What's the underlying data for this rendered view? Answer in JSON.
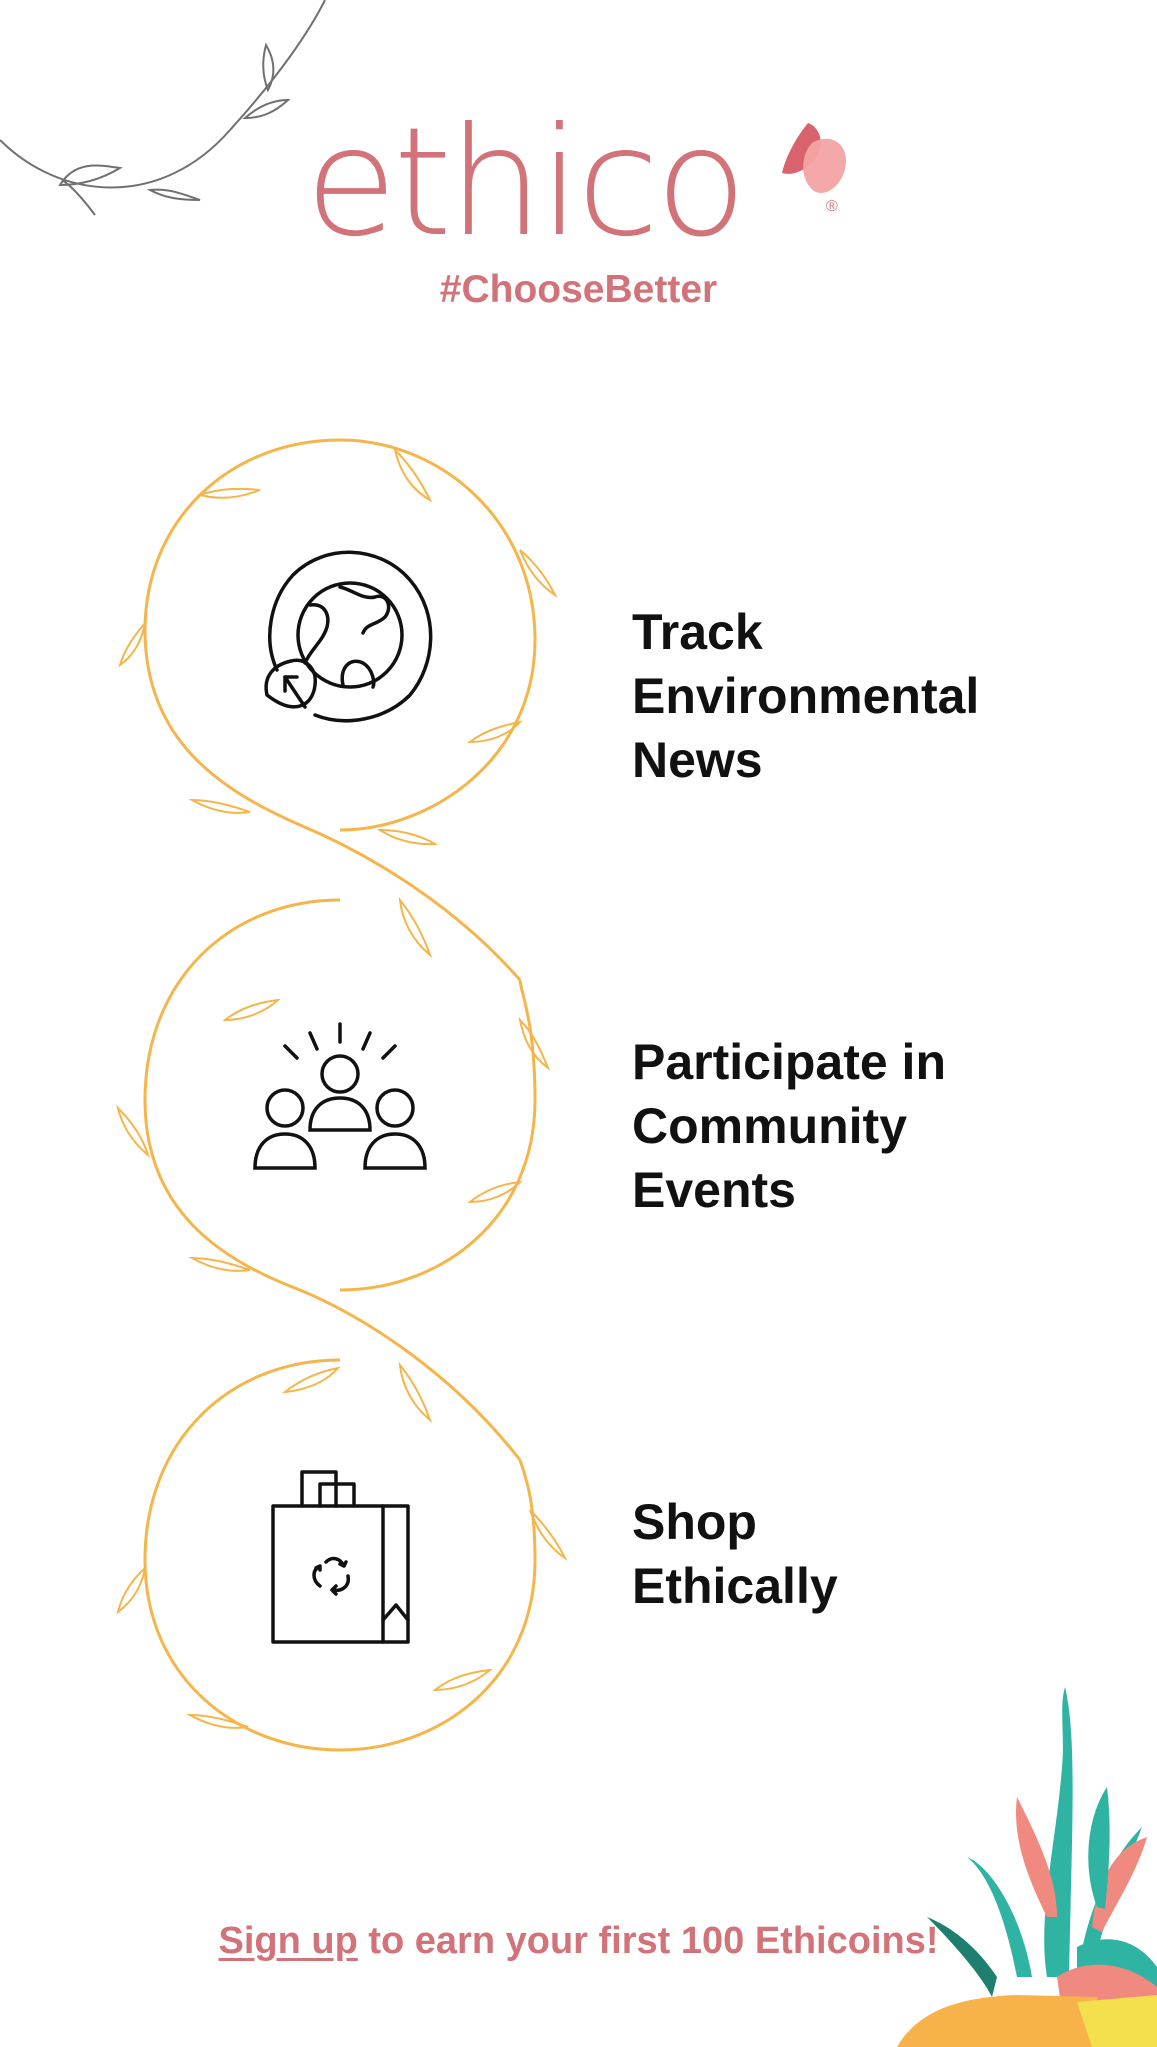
{
  "brand": {
    "logo_text": "ethico",
    "registered_mark": "®",
    "tagline": "#ChooseBetter",
    "color": "#d2737a"
  },
  "features": [
    {
      "icon": "globe-leaf-icon",
      "lines": [
        "Track",
        "Environmental",
        "News"
      ]
    },
    {
      "icon": "community-icon",
      "lines": [
        "Participate in",
        "Community",
        "Events"
      ]
    },
    {
      "icon": "recycle-bag-icon",
      "lines": [
        "Shop",
        "Ethically"
      ]
    }
  ],
  "signup": {
    "link_text": "Sign up",
    "rest_text": " to earn your first 100 Ethicoins!"
  },
  "colors": {
    "vine": "#f5b54a",
    "branch": "#707070",
    "text": "#111111",
    "plant_teal": "#2fb3a3",
    "plant_coral": "#f08a80",
    "plant_orange": "#f7b24a",
    "plant_yellow": "#f4df4c"
  }
}
